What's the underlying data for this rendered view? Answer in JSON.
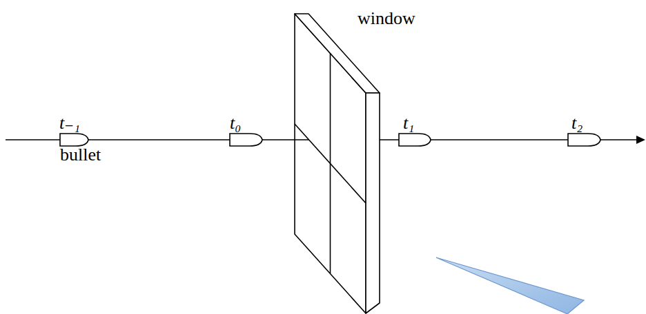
{
  "diagram": {
    "labels": [
      "window",
      "t₋₁",
      "bullet",
      "t₀",
      "t₁",
      "t₂"
    ]
  }
}
